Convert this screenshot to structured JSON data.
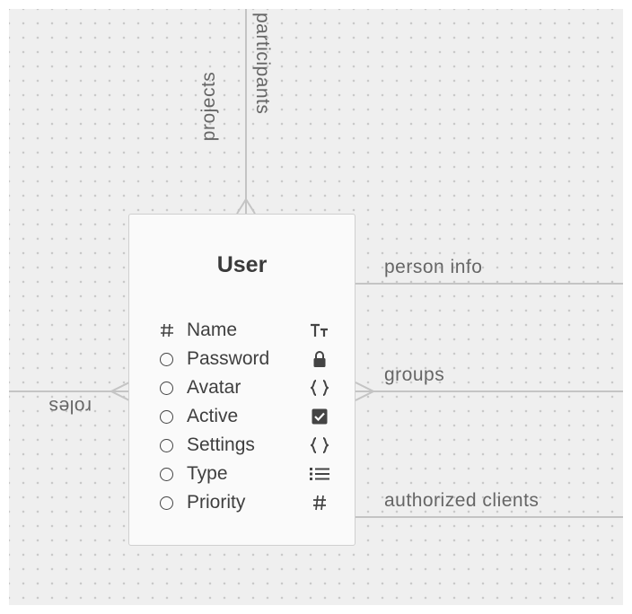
{
  "entity": {
    "title": "User",
    "fields": [
      {
        "name": "Name",
        "marker": "hash-icon",
        "type_icon": "text-type-icon"
      },
      {
        "name": "Password",
        "marker": "circle-icon",
        "type_icon": "lock-icon"
      },
      {
        "name": "Avatar",
        "marker": "circle-icon",
        "type_icon": "json-braces-icon"
      },
      {
        "name": "Active",
        "marker": "circle-icon",
        "type_icon": "checkbox-icon"
      },
      {
        "name": "Settings",
        "marker": "circle-icon",
        "type_icon": "json-braces-icon"
      },
      {
        "name": "Type",
        "marker": "circle-icon",
        "type_icon": "list-icon"
      },
      {
        "name": "Priority",
        "marker": "circle-icon",
        "type_icon": "number-icon"
      }
    ]
  },
  "relations": {
    "projects": "projects",
    "participants": "participants",
    "person_info": "person info",
    "groups": "groups",
    "authorized_clients": "authorized clients",
    "roles": "roles"
  }
}
